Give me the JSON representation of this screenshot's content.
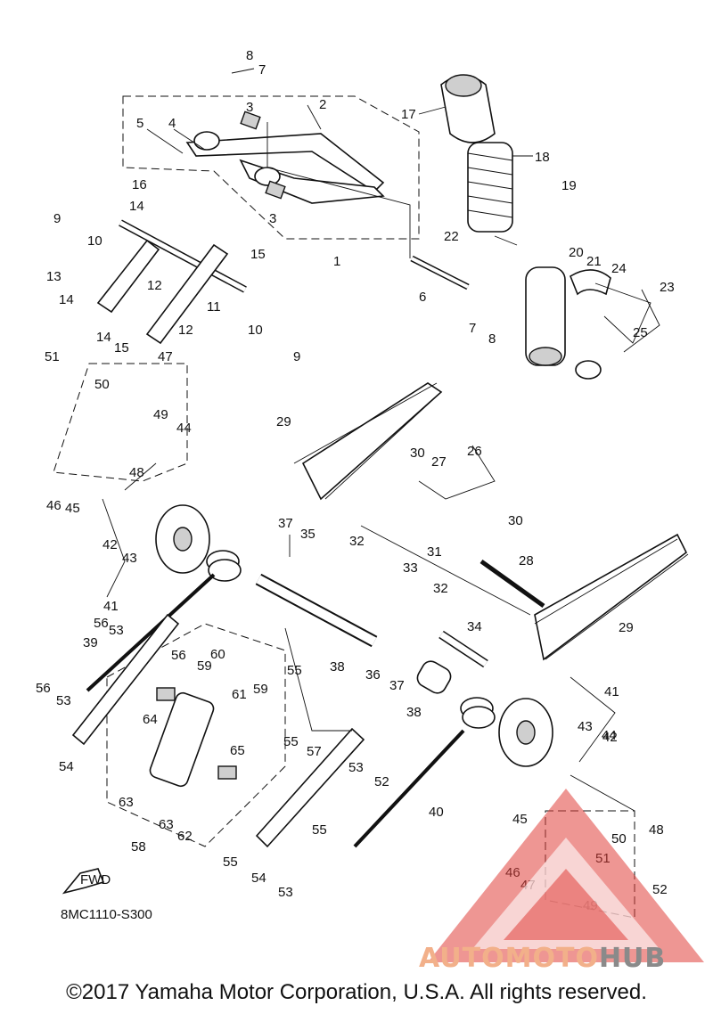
{
  "diagram": {
    "code": "8MC1110-S300",
    "fwd_label": "FWD",
    "copyright": "©2017 Yamaha Motor Corporation, U.S.A. All rights reserved.",
    "watermark": {
      "part1": "AUTOMOTO",
      "part2": "HUB"
    },
    "part_labels": [
      "1",
      "2",
      "3",
      "3",
      "4",
      "5",
      "6",
      "7",
      "7",
      "8",
      "8",
      "9",
      "9",
      "10",
      "10",
      "11",
      "12",
      "12",
      "13",
      "14",
      "14",
      "14",
      "15",
      "15",
      "16",
      "17",
      "18",
      "19",
      "20",
      "21",
      "22",
      "23",
      "24",
      "25",
      "26",
      "27",
      "28",
      "29",
      "29",
      "30",
      "30",
      "31",
      "32",
      "32",
      "33",
      "34",
      "35",
      "36",
      "37",
      "37",
      "38",
      "38",
      "39",
      "40",
      "41",
      "41",
      "42",
      "42",
      "43",
      "43",
      "44",
      "44",
      "45",
      "45",
      "46",
      "46",
      "47",
      "47",
      "48",
      "48",
      "49",
      "49",
      "50",
      "50",
      "51",
      "51",
      "52",
      "52",
      "53",
      "53",
      "53",
      "53",
      "54",
      "54",
      "55",
      "55",
      "55",
      "55",
      "56",
      "56",
      "56",
      "57",
      "58",
      "59",
      "59",
      "60",
      "61",
      "62",
      "63",
      "63",
      "64",
      "65"
    ]
  }
}
